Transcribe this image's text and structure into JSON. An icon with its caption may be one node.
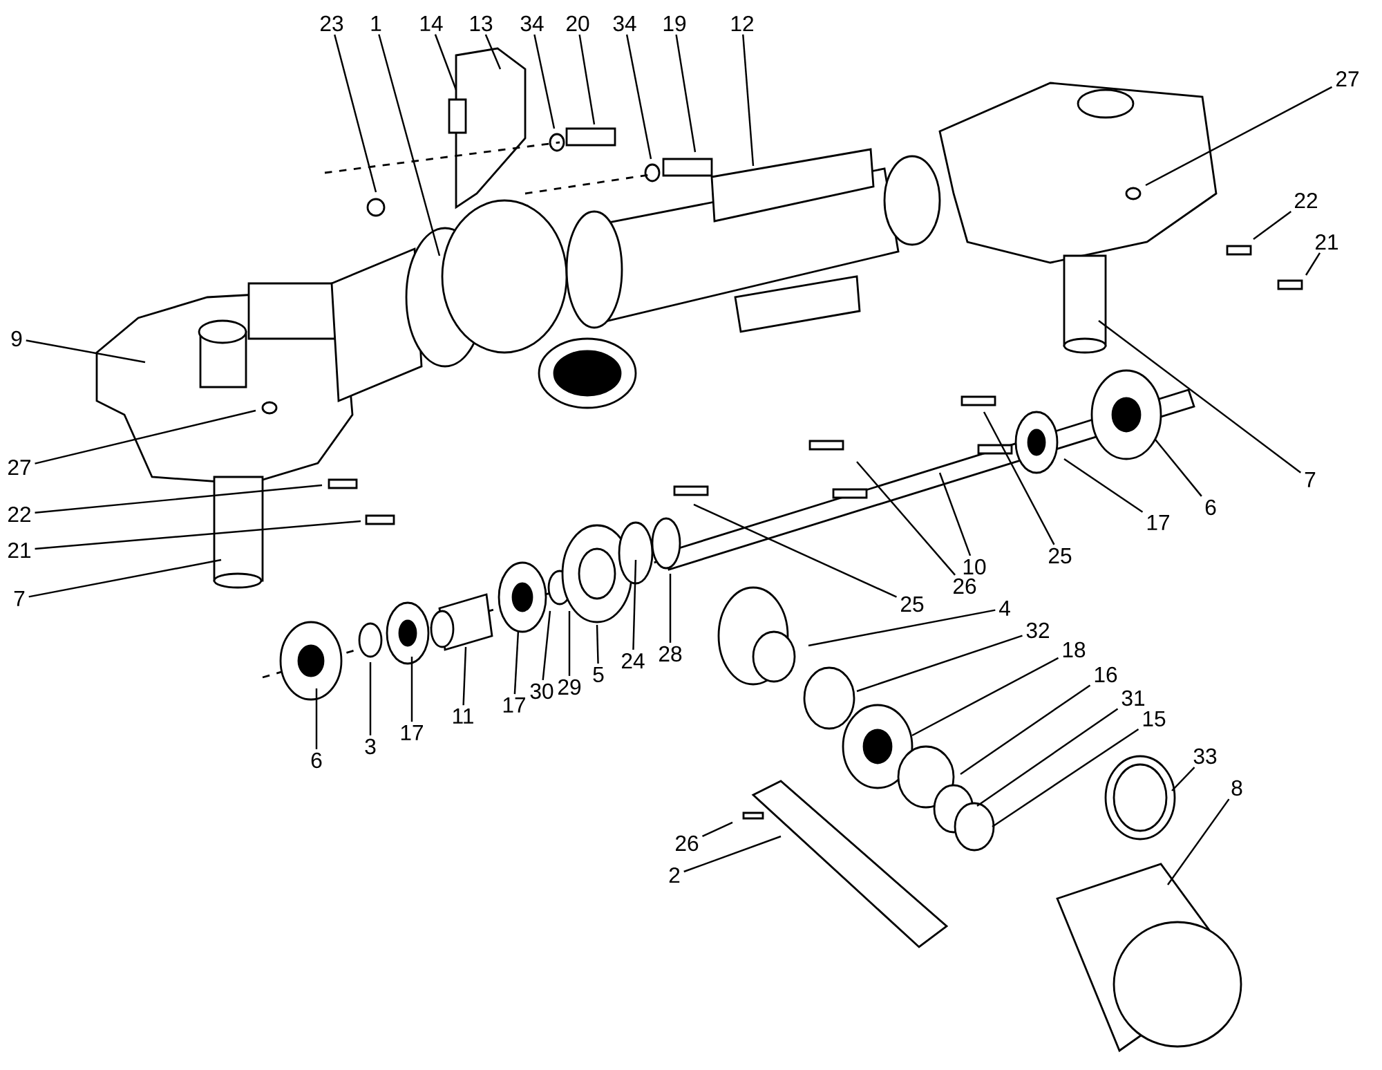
{
  "diagram": {
    "nodes": [
      {
        "text": [
          "23"
        ]
      },
      {
        "text": [
          "1"
        ]
      },
      {
        "text": [
          "14"
        ]
      },
      {
        "text": [
          "13"
        ]
      },
      {
        "text": [
          "34"
        ]
      },
      {
        "text": [
          "20"
        ]
      },
      {
        "text": [
          "34"
        ]
      },
      {
        "text": [
          "19"
        ]
      },
      {
        "text": [
          "12"
        ]
      },
      {
        "text": [
          "27"
        ]
      },
      {
        "text": [
          "22"
        ]
      },
      {
        "text": [
          "21"
        ]
      },
      {
        "text": [
          "9"
        ]
      },
      {
        "text": [
          "27"
        ]
      },
      {
        "text": [
          "7"
        ]
      },
      {
        "text": [
          "22"
        ]
      },
      {
        "text": [
          "21"
        ]
      },
      {
        "text": [
          "6"
        ]
      },
      {
        "text": [
          "17"
        ]
      },
      {
        "text": [
          "7"
        ]
      },
      {
        "text": [
          "25"
        ]
      },
      {
        "text": [
          "10"
        ]
      },
      {
        "text": [
          "26"
        ]
      },
      {
        "text": [
          "25"
        ]
      },
      {
        "text": [
          "4"
        ]
      },
      {
        "text": [
          "32"
        ]
      },
      {
        "text": [
          "18"
        ]
      },
      {
        "text": [
          "16"
        ]
      },
      {
        "text": [
          "31"
        ]
      },
      {
        "text": [
          "15"
        ]
      },
      {
        "text": [
          "28"
        ]
      },
      {
        "text": [
          "24"
        ]
      },
      {
        "text": [
          "5"
        ]
      },
      {
        "text": [
          "29"
        ]
      },
      {
        "text": [
          "30"
        ]
      },
      {
        "text": [
          "17"
        ]
      },
      {
        "text": [
          "11"
        ]
      },
      {
        "text": [
          "17"
        ]
      },
      {
        "text": [
          "3"
        ]
      },
      {
        "text": [
          "6"
        ]
      },
      {
        "text": [
          "33"
        ]
      },
      {
        "text": [
          "26"
        ]
      },
      {
        "text": [
          "8"
        ]
      },
      {
        "text": [
          "2"
        ]
      }
    ],
    "edges": [
      {
        "from": 0,
        "to": null,
        "arrow": "none"
      },
      {
        "from": 1,
        "to": null,
        "arrow": "none"
      },
      {
        "from": 2,
        "to": null,
        "arrow": "none"
      },
      {
        "from": 3,
        "to": null,
        "arrow": "none"
      },
      {
        "from": 4,
        "to": null,
        "arrow": "none"
      },
      {
        "from": 5,
        "to": null,
        "arrow": "none"
      },
      {
        "from": 6,
        "to": null,
        "arrow": "none"
      },
      {
        "from": 7,
        "to": null,
        "arrow": "none"
      },
      {
        "from": 8,
        "to": null,
        "arrow": "none"
      },
      {
        "from": 9,
        "to": null,
        "arrow": "none"
      },
      {
        "from": 10,
        "to": null,
        "arrow": "none"
      },
      {
        "from": 11,
        "to": null,
        "arrow": "none"
      },
      {
        "from": 12,
        "to": null,
        "arrow": "none"
      },
      {
        "from": 13,
        "to": null,
        "arrow": "none"
      },
      {
        "from": 14,
        "to": null,
        "arrow": "none"
      },
      {
        "from": 15,
        "to": null,
        "arrow": "none"
      },
      {
        "from": 16,
        "to": null,
        "arrow": "none"
      },
      {
        "from": 17,
        "to": null,
        "arrow": "none"
      },
      {
        "from": 18,
        "to": null,
        "arrow": "none"
      },
      {
        "from": 19,
        "to": null,
        "arrow": "none"
      },
      {
        "from": 20,
        "to": null,
        "arrow": "none"
      },
      {
        "from": 21,
        "to": null,
        "arrow": "none"
      },
      {
        "from": 22,
        "to": null,
        "arrow": "none"
      },
      {
        "from": 23,
        "to": null,
        "arrow": "none"
      },
      {
        "from": 24,
        "to": null,
        "arrow": "none"
      },
      {
        "from": 25,
        "to": null,
        "arrow": "none"
      },
      {
        "from": 26,
        "to": null,
        "arrow": "none"
      },
      {
        "from": 27,
        "to": null,
        "arrow": "none"
      },
      {
        "from": 28,
        "to": null,
        "arrow": "none"
      },
      {
        "from": 29,
        "to": null,
        "arrow": "none"
      },
      {
        "from": 30,
        "to": null,
        "arrow": "none"
      },
      {
        "from": 31,
        "to": null,
        "arrow": "none"
      },
      {
        "from": 32,
        "to": null,
        "arrow": "none"
      },
      {
        "from": 33,
        "to": null,
        "arrow": "none"
      },
      {
        "from": 34,
        "to": null,
        "arrow": "none"
      },
      {
        "from": 35,
        "to": null,
        "arrow": "none"
      },
      {
        "from": 36,
        "to": null,
        "arrow": "none"
      },
      {
        "from": 37,
        "to": null,
        "arrow": "none"
      },
      {
        "from": 38,
        "to": null,
        "arrow": "none"
      },
      {
        "from": 39,
        "to": null,
        "arrow": "none"
      },
      {
        "from": 40,
        "to": null,
        "arrow": "none"
      },
      {
        "from": 41,
        "to": null,
        "arrow": "none"
      },
      {
        "from": 42,
        "to": null,
        "arrow": "none"
      },
      {
        "from": 43,
        "to": null,
        "arrow": "none"
      }
    ]
  }
}
